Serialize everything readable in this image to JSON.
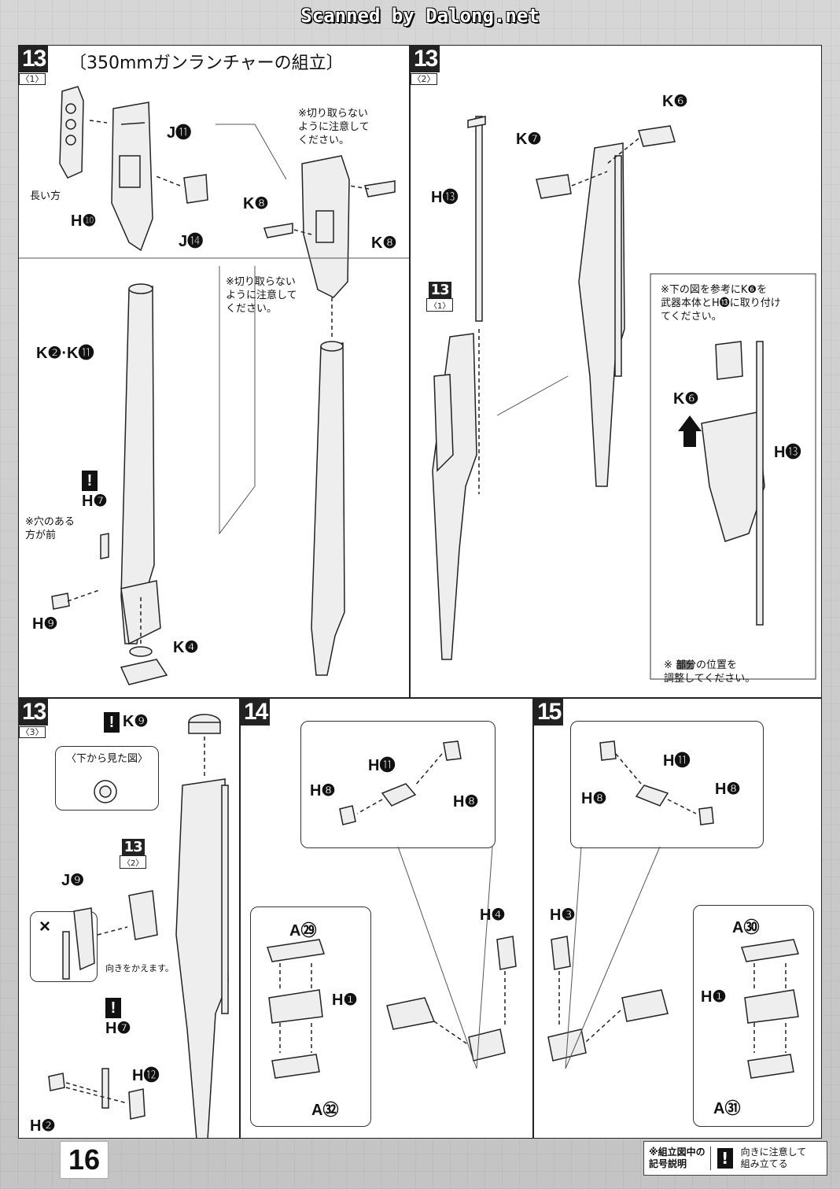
{
  "watermark": "Scanned by Dalong.net",
  "page_number": "16",
  "legend": {
    "heading": "※組立図中の\n記号説明",
    "warn_symbol": "!",
    "text": "向きに注意して\n組み立てる"
  },
  "step13_1": {
    "number": "13",
    "sub": "〈1〉",
    "title": "〔350mmガンランチャーの組立〕",
    "labels": {
      "j11": "J⓫",
      "j14": "J⓮",
      "h10": "H❿",
      "long_side": "長い方",
      "k8a": "K❽",
      "k8b": "K❽",
      "k2k11": "K❷·K⓫",
      "h7": "H❼",
      "h9": "H❾",
      "k4": "K❹"
    },
    "note_cut1": "※切り取らない\nように注意して\nください。",
    "note_cut2": "※切り取らない\nように注意して\nください。",
    "note_hole": "※穴のある\n方が前"
  },
  "step13_2": {
    "number": "13",
    "sub": "〈2〉",
    "labels": {
      "k6": "K❻",
      "k7": "K❼",
      "h13": "H⓭",
      "k6b": "K❻",
      "h13b": "H⓭"
    },
    "ref": {
      "number": "13",
      "sub": "〈1〉"
    },
    "note_attach": "※下の図を参考にK❻を\n武器本体とH⓭に取り付け\nてください。",
    "note_adjust": "※      部分の位置を\n調整してください。"
  },
  "step13_3": {
    "number": "13",
    "sub": "〈3〉",
    "labels": {
      "k9": "K❾",
      "j9": "J❾",
      "h7": "H❼",
      "h12": "H⓬",
      "h2": "H❷",
      "wrong": "×"
    },
    "bottom_view": "〈下から見た図〉",
    "note_rotate": "向きをかえます。",
    "ref": {
      "number": "13",
      "sub": "〈2〉"
    }
  },
  "step14": {
    "number": "14",
    "labels": {
      "h11": "H⓫",
      "h8a": "H❽",
      "h8b": "H❽",
      "h4": "H❹",
      "a29": "A㉙",
      "h1": "H❶",
      "a32": "A㉜"
    }
  },
  "step15": {
    "number": "15",
    "labels": {
      "h11": "H⓫",
      "h8a": "H❽",
      "h8b": "H❽",
      "h3": "H❸",
      "a30": "A㉚",
      "h1": "H❶",
      "a31": "A㉛"
    }
  }
}
